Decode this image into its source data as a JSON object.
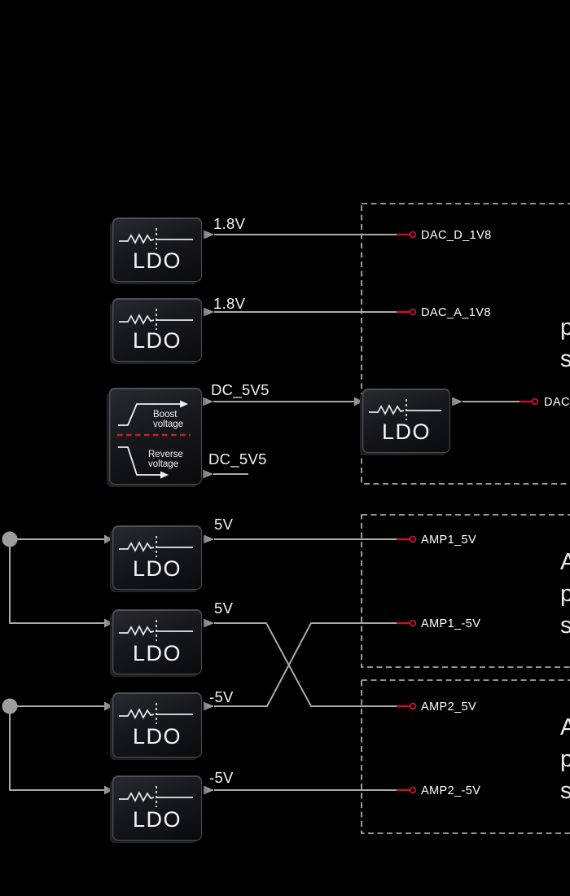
{
  "diagram": {
    "ldo_label": "LDO",
    "boost_block": {
      "boost_line1": "Boost",
      "boost_line2": "voltage",
      "reverse_line1": "Reverse",
      "reverse_line2": "voltage"
    },
    "voltage_labels": {
      "ldo1_out": "1.8V",
      "ldo2_out": "1.8V",
      "boost_out": "DC_5V5",
      "reverse_out": "DC_5V5",
      "ldo3_out": "5V",
      "ldo4_out": "5V",
      "ldo5_out": "-5V",
      "ldo6_out": "-5V"
    },
    "nets": {
      "dac_d": "DAC_D_1V8",
      "dac_a": "DAC_A_1V8",
      "dac_mid_truncated": "DAC_",
      "amp1_5v": "AMP1_5V",
      "amp1_n5v": "AMP1_-5V",
      "amp2_5v": "AMP2_5V",
      "amp2_n5v": "AMP2_-5V"
    },
    "partial_text": {
      "dac_box": [
        "p",
        "s"
      ],
      "amp1_box": [
        "A",
        "p",
        "s"
      ],
      "amp2_box": [
        "A",
        "p",
        "s"
      ]
    },
    "colors": {
      "background": "#000000",
      "wire_gray": "#a9a9a9",
      "accent_red": "#c8112b",
      "dashed_box": "#c3c3c3",
      "junction_gray": "#9d9d9d"
    }
  }
}
